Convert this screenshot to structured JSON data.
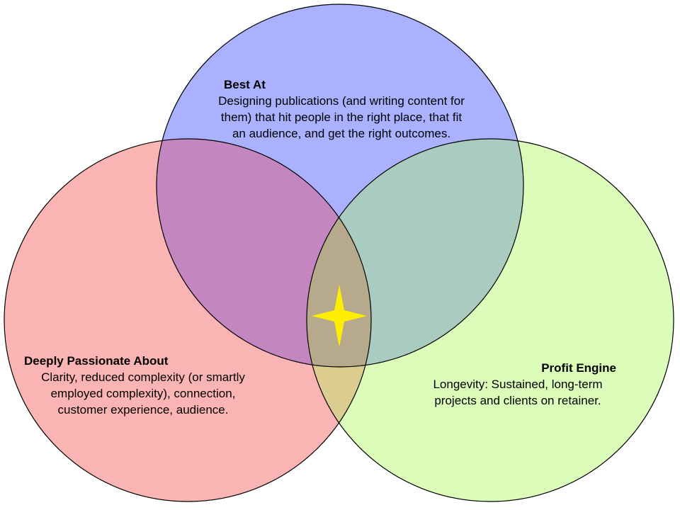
{
  "diagram": {
    "circles": [
      {
        "id": "best-at",
        "heading": "Best At",
        "body": "Designing publications (and writing content for them) that hit people in the right place, that fit an audience, and get the right outcomes.",
        "color": "#aab2ff"
      },
      {
        "id": "passion",
        "heading": "Deeply Passionate About",
        "body": "Clarity, reduced complexity (or smartly employed complexity), connection, customer experience, audience.",
        "color": "#fbb4b4"
      },
      {
        "id": "profit",
        "heading": "Profit Engine",
        "body": "Longevity: Sustained, long-term projects and clients on retainer.",
        "color": "#dcfcb9"
      }
    ],
    "overlap_colors": {
      "best_passion": "#c386c0",
      "best_profit": "#aacbc0",
      "passion_profit": "#dbcd8f",
      "center": "#b7a98c"
    },
    "center_mark": {
      "icon": "four-point-star-icon",
      "color": "#ffee00"
    },
    "outline_color": "#000000"
  }
}
